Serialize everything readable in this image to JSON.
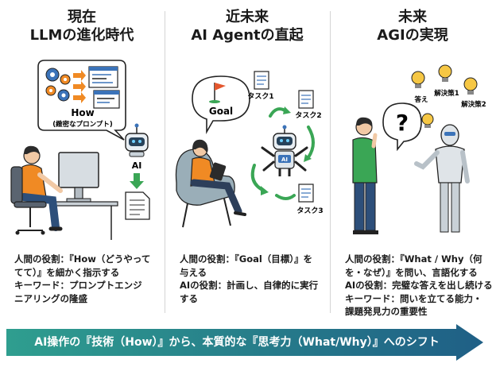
{
  "columns": [
    {
      "title_line1": "現在",
      "title_line2": "LLMの進化時代",
      "bubble_title": "How",
      "bubble_sub": "(緻密なプロンプト)",
      "robot_label": "AI",
      "desc_role": "人間の役割：『How（どうやって\nてて）』を細かく指示する",
      "desc_keyword": "キーワード：プロンプトエンジ\nニアリングの隆盛"
    },
    {
      "title_line1": "近未来",
      "title_line2": "AI Agentの直起",
      "bubble_title": "Goal",
      "robot_label": "AI",
      "task1": "タスク1",
      "task2": "タスク2",
      "task3": "タスク3",
      "desc_role": "人間の役割：『Goal（目標）』を\n与える",
      "desc_ai": "AIの役割：計画し、自律的に実行\nする"
    },
    {
      "title_line1": "未来",
      "title_line2": "AGIの実現",
      "answer_label": "答え",
      "solution1": "解決策1",
      "solution2": "解決策2",
      "desc_role": "人間の役割：『What / Why（何\nを・なぜ）』を問い、言語化する",
      "desc_ai": "AIの役割：完璧な答えを出し続ける",
      "desc_keyword": "キーワード：問いを立てる能力・\n課題発見力の重要性"
    }
  ],
  "banner": {
    "text": "AI操作の『技術（How）』から、本質的な『思考力（What/Why）』へのシフト",
    "color_start": "#2f9e8f",
    "color_end": "#1f5f86"
  }
}
